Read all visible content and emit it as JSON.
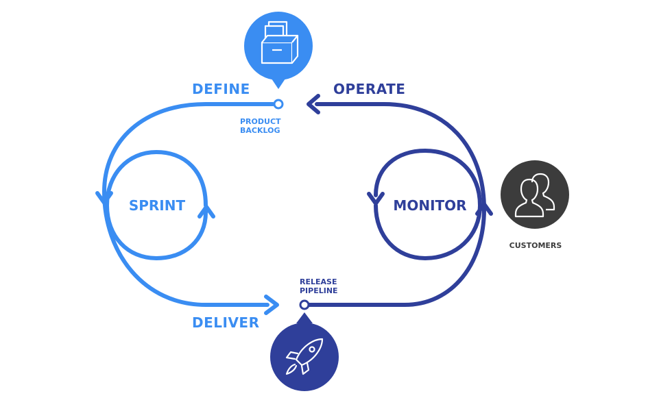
{
  "labels": {
    "define": "DEFINE",
    "operate": "OPERATE",
    "deliver": "DELIVER",
    "sprint": "SPRINT",
    "monitor": "MONITOR",
    "customers": "CUSTOMERS",
    "product_backlog_1": "PRODUCT",
    "product_backlog_2": "BACKLOG",
    "release_pipeline_1": "RELEASE",
    "release_pipeline_2": "PIPELINE"
  },
  "icons": {
    "backlog": "file-box-icon",
    "release": "rocket-icon",
    "customers": "users-icon"
  },
  "colors": {
    "light_blue": "#3a8df2",
    "dark_blue": "#2f3f9a",
    "grey": "#3c3c3c",
    "white": "#ffffff"
  }
}
